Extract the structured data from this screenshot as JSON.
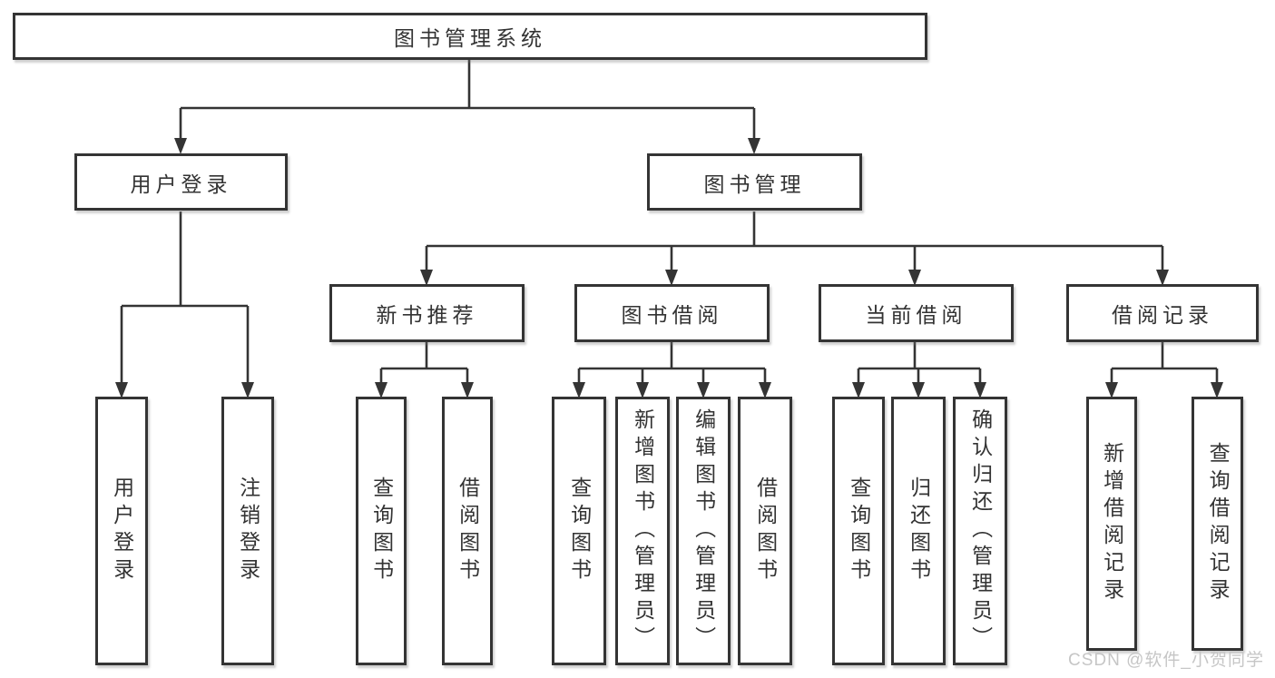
{
  "diagram": {
    "root": {
      "label": "图书管理系统",
      "children": [
        {
          "label": "用户登录",
          "children": [
            {
              "label": "用户登录"
            },
            {
              "label": "注销登录"
            }
          ]
        },
        {
          "label": "图书管理",
          "children": [
            {
              "label": "新书推荐",
              "children": [
                {
                  "label": "查询图书"
                },
                {
                  "label": "借阅图书"
                }
              ]
            },
            {
              "label": "图书借阅",
              "children": [
                {
                  "label": "查询图书"
                },
                {
                  "label": "新增图书（管理员）"
                },
                {
                  "label": "编辑图书（管理员）"
                },
                {
                  "label": "借阅图书"
                }
              ]
            },
            {
              "label": "当前借阅",
              "children": [
                {
                  "label": "查询图书"
                },
                {
                  "label": "归还图书"
                },
                {
                  "label": "确认归还（管理员）"
                }
              ]
            },
            {
              "label": "借阅记录",
              "children": [
                {
                  "label": "新增借阅记录"
                },
                {
                  "label": "查询借阅记录"
                }
              ]
            }
          ]
        }
      ]
    }
  },
  "watermark": {
    "text": "CSDN @软件_小贺同学"
  },
  "colors": {
    "line": "#343434",
    "box_border": "#343434",
    "text": "#333333",
    "watermark": "#c6c6c6",
    "background": "#ffffff"
  }
}
